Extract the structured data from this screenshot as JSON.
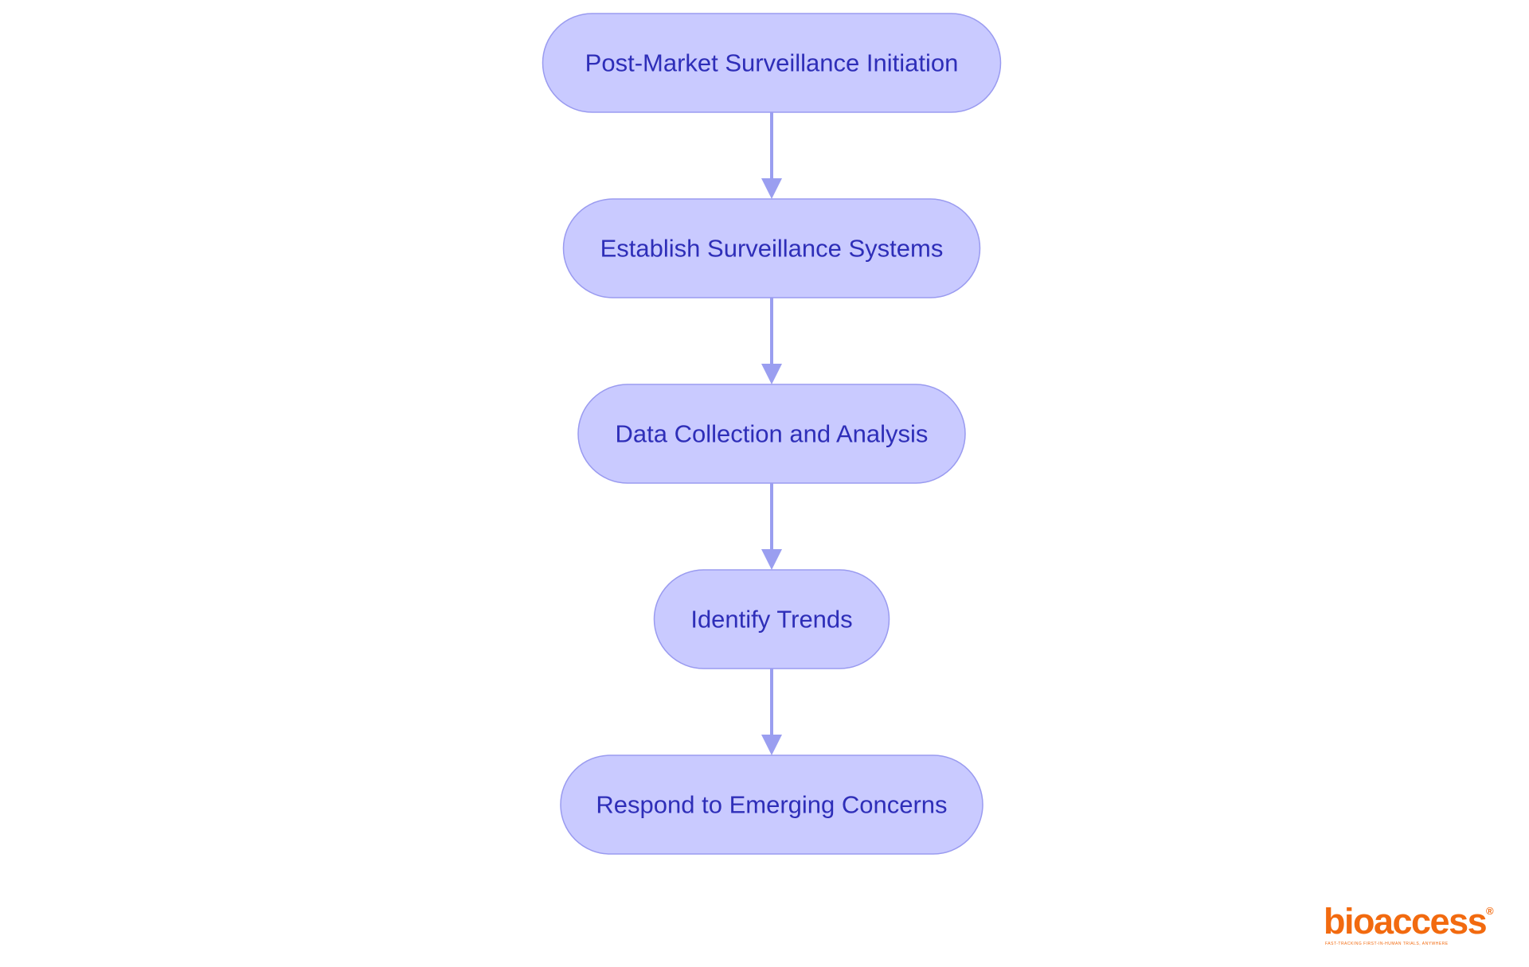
{
  "diagram": {
    "type": "flowchart",
    "node_fill": "#c9caff",
    "node_stroke": "#9a9bf0",
    "edge_color": "#9a9ef0",
    "text_color": "#2e2eb8",
    "nodes": [
      {
        "id": "n1",
        "label": "Post-Market Surveillance Initiation"
      },
      {
        "id": "n2",
        "label": "Establish Surveillance Systems"
      },
      {
        "id": "n3",
        "label": "Data Collection and Analysis"
      },
      {
        "id": "n4",
        "label": "Identify Trends"
      },
      {
        "id": "n5",
        "label": "Respond to Emerging Concerns"
      }
    ],
    "edges": [
      {
        "from": "n1",
        "to": "n2"
      },
      {
        "from": "n2",
        "to": "n3"
      },
      {
        "from": "n3",
        "to": "n4"
      },
      {
        "from": "n4",
        "to": "n5"
      }
    ]
  },
  "logo": {
    "brand_color": "#f26a0f",
    "wordmark": "bioaccess",
    "registered_mark": "®",
    "tagline": "FAST-TRACKING FIRST-IN-HUMAN TRIALS, ANYWHERE"
  }
}
